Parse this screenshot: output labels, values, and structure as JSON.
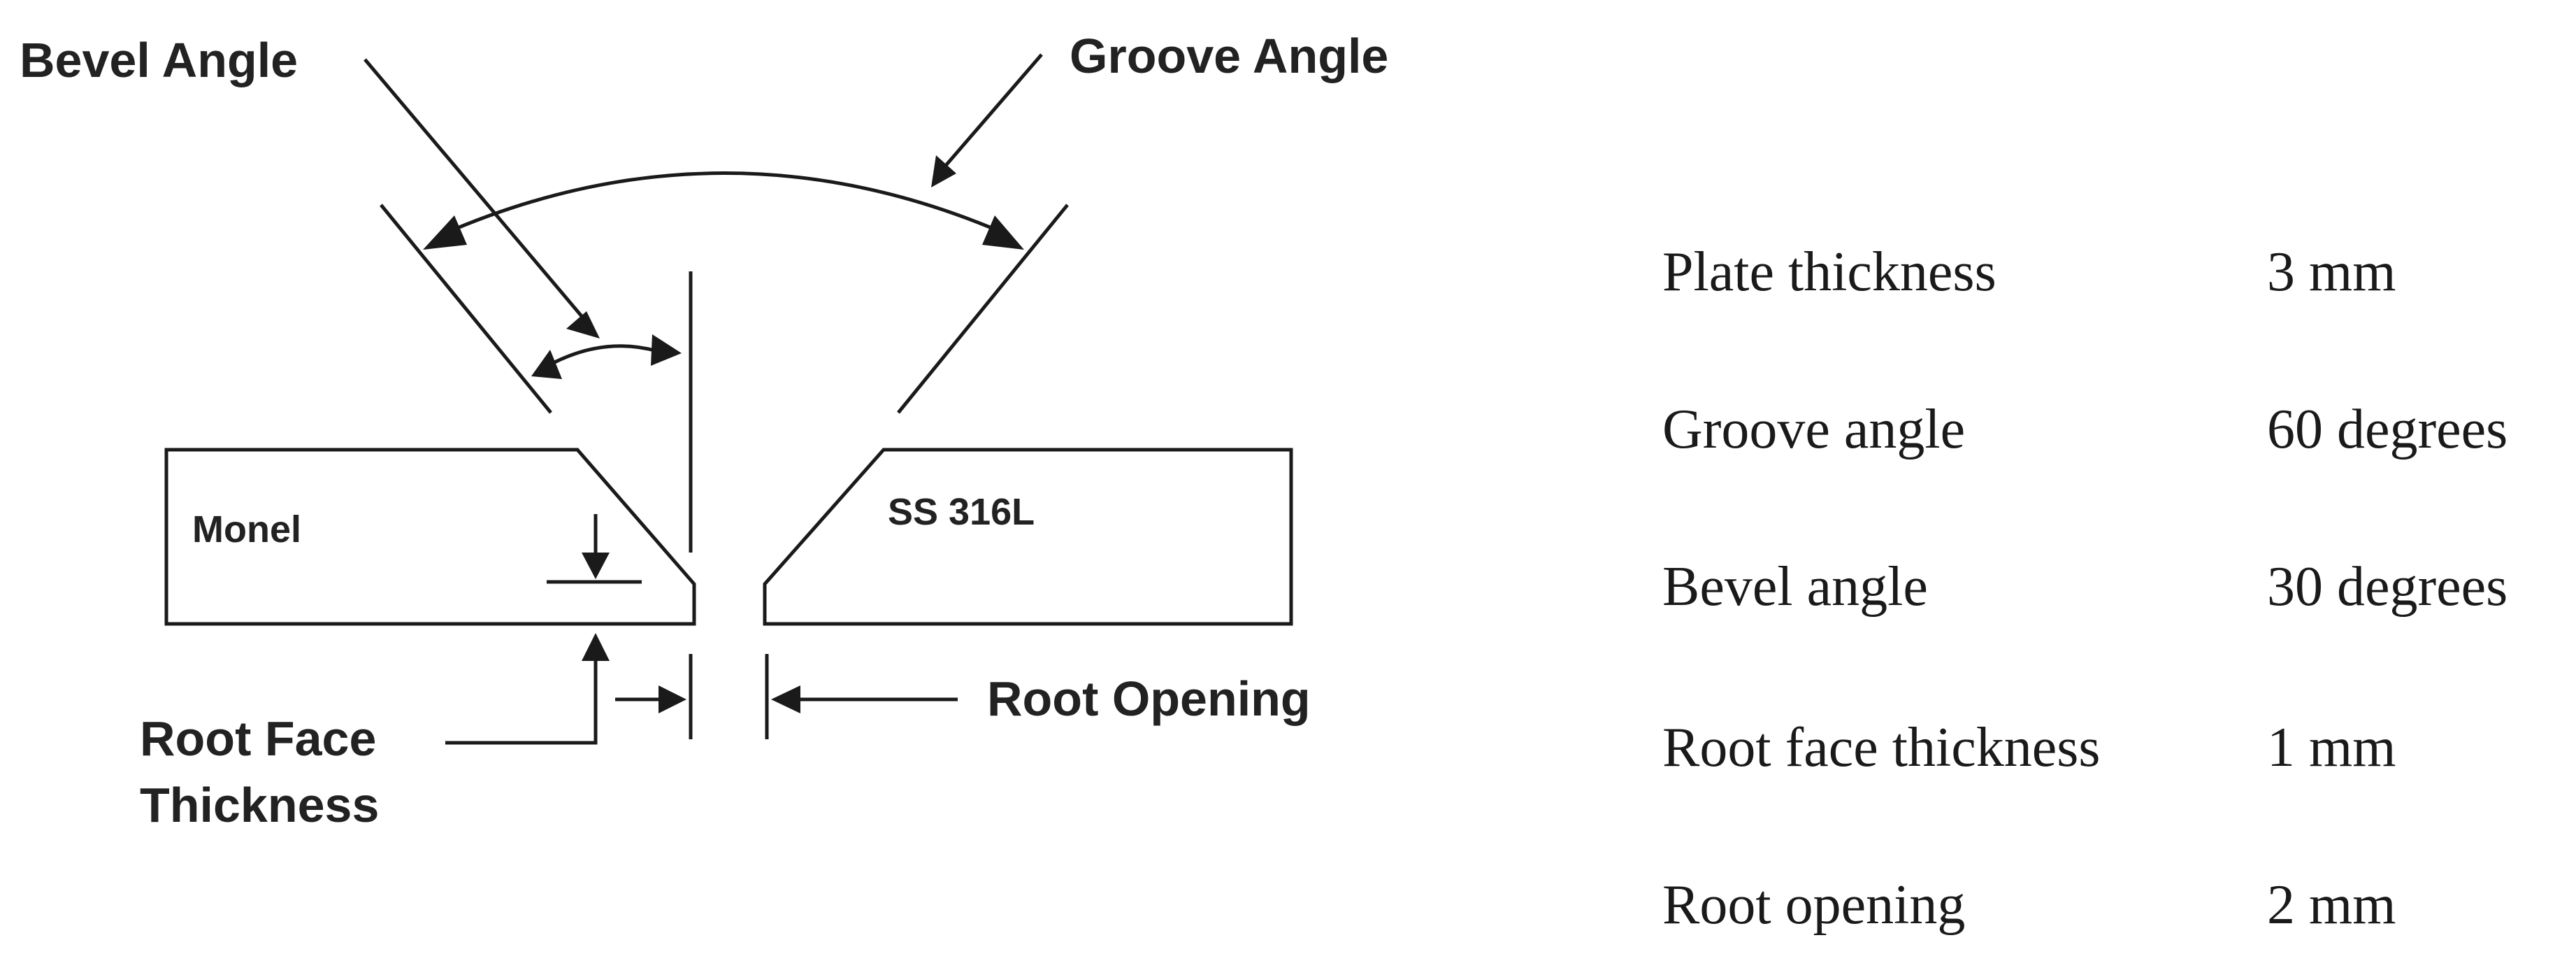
{
  "diagram": {
    "labels": {
      "bevel_angle": "Bevel Angle",
      "groove_angle": "Groove Angle",
      "root_face_line1": "Root Face",
      "root_face_line2": "Thickness",
      "root_opening": "Root Opening"
    },
    "materials": {
      "left": "Monel",
      "right": "SS 316L"
    }
  },
  "parameters": [
    {
      "name": "Plate thickness",
      "value": "3 mm"
    },
    {
      "name": "Groove angle",
      "value": "60 degrees"
    },
    {
      "name": "Bevel angle",
      "value": "30 degrees"
    },
    {
      "name": "Root face thickness",
      "value": "1 mm"
    },
    {
      "name": "Root opening",
      "value": "2 mm"
    }
  ]
}
